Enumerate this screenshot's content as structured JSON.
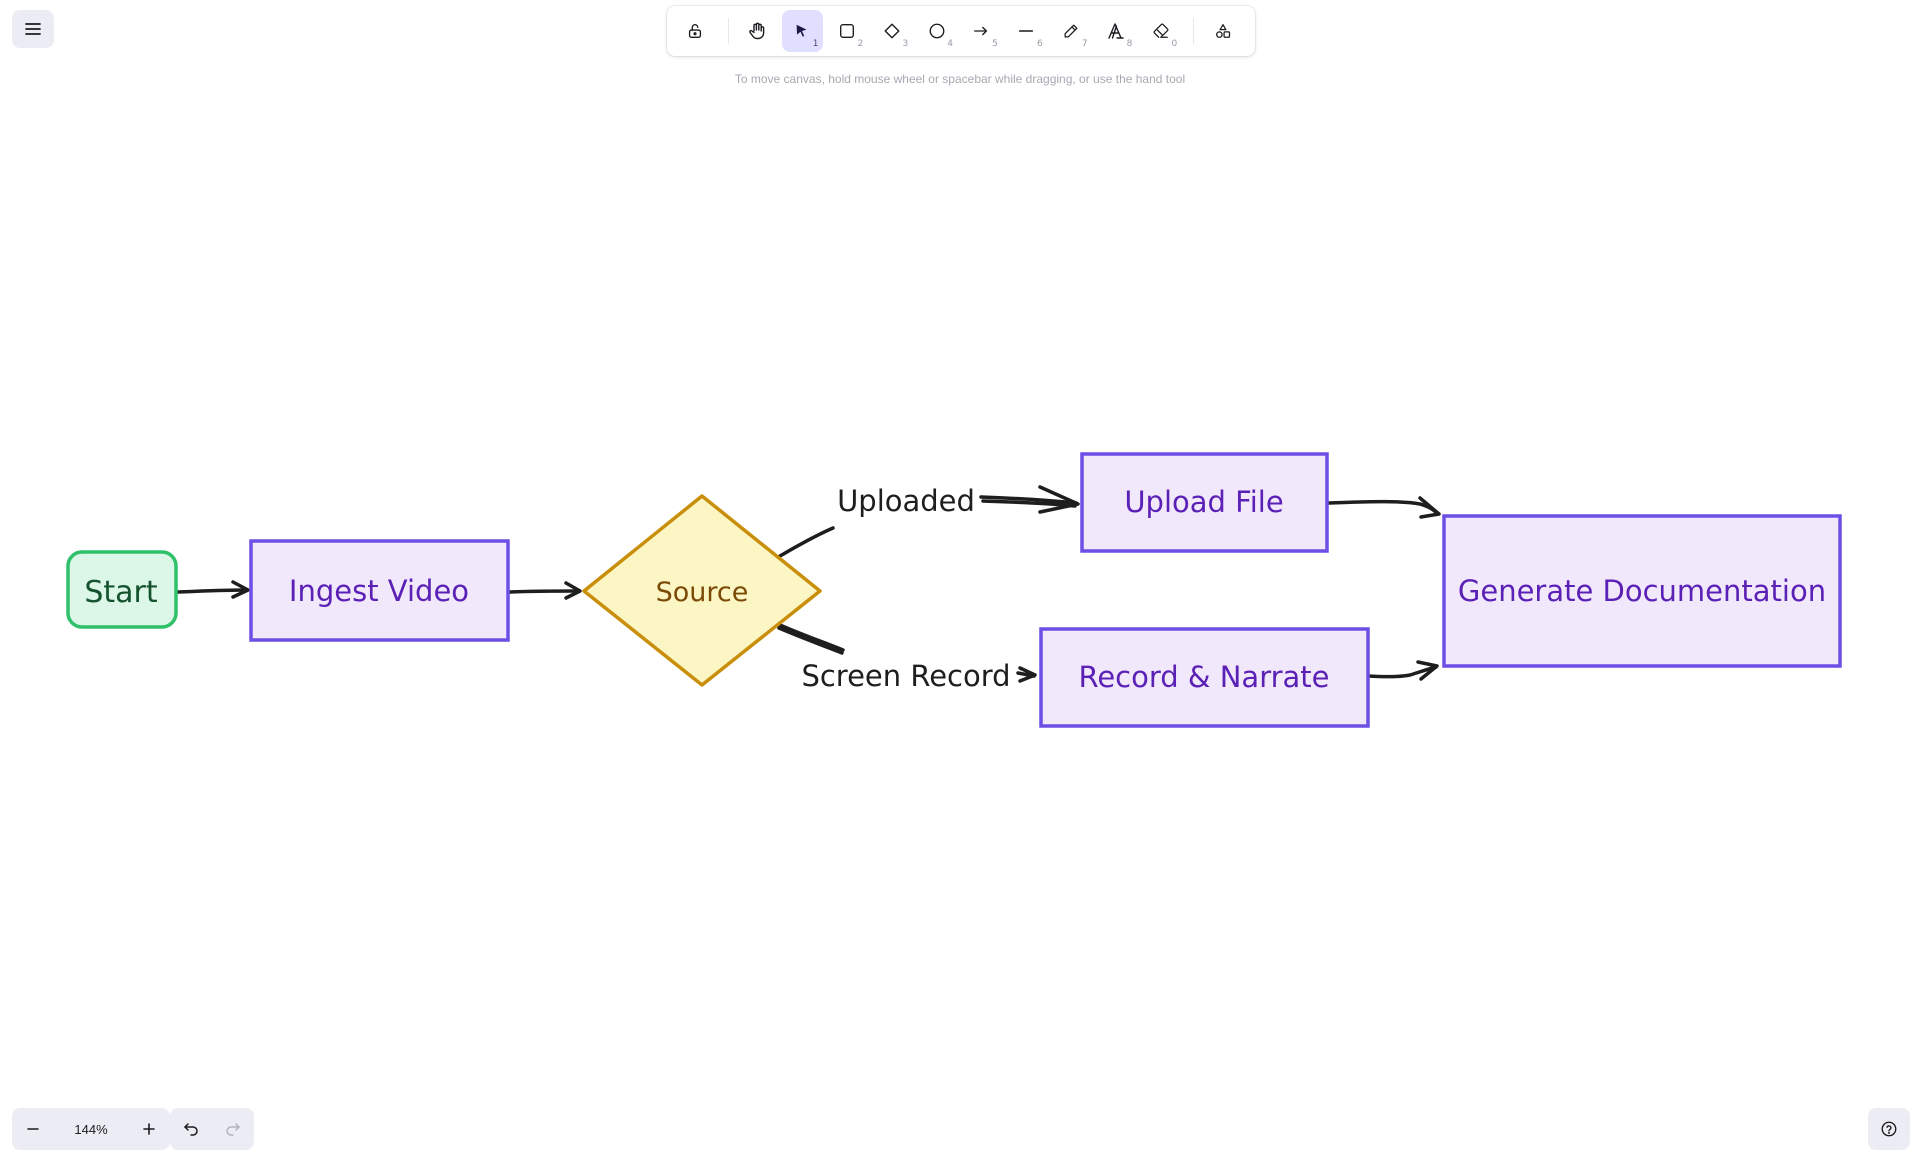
{
  "app": {
    "hint": "To move canvas, hold mouse wheel or spacebar while dragging, or use the hand tool"
  },
  "toolbar": {
    "tools": [
      {
        "name": "lock",
        "icon": "lock-open-icon",
        "key": ""
      },
      {
        "name": "hand",
        "icon": "hand-icon",
        "key": ""
      },
      {
        "name": "selection",
        "icon": "pointer-icon",
        "key": "1",
        "active": true
      },
      {
        "name": "rectangle",
        "icon": "rectangle-icon",
        "key": "2"
      },
      {
        "name": "diamond",
        "icon": "diamond-icon",
        "key": "3"
      },
      {
        "name": "ellipse",
        "icon": "ellipse-icon",
        "key": "4"
      },
      {
        "name": "arrow",
        "icon": "arrow-icon",
        "key": "5"
      },
      {
        "name": "line",
        "icon": "line-icon",
        "key": "6"
      },
      {
        "name": "draw",
        "icon": "pencil-icon",
        "key": "7"
      },
      {
        "name": "text",
        "icon": "text-icon",
        "key": "8"
      },
      {
        "name": "eraser",
        "icon": "eraser-icon",
        "key": "0"
      },
      {
        "name": "more-shapes",
        "icon": "shapes-icon",
        "key": ""
      }
    ]
  },
  "diagram": {
    "start": "Start",
    "ingest": "Ingest Video",
    "source": "Source",
    "edge_uploaded": "Uploaded",
    "edge_screen_record": "Screen Record",
    "upload_file": "Upload File",
    "record_narrate": "Record & Narrate",
    "generate_docs": "Generate Documentation"
  },
  "colors": {
    "purple_stroke": "#6d4fe6",
    "purple_fill": "#f1e8fb",
    "purple_text": "#5b21b6",
    "green_stroke": "#2fc06a",
    "green_fill": "#dcf7e8",
    "green_text": "#14532d",
    "yellow_stroke": "#c98f0b",
    "yellow_fill": "#fcf6c4",
    "yellow_text": "#7a4a06",
    "arrow": "#1e1e1e",
    "selected_tool_bg": "#e0dfff",
    "island_bg": "#ececf4"
  },
  "footer": {
    "zoom": "144%"
  }
}
